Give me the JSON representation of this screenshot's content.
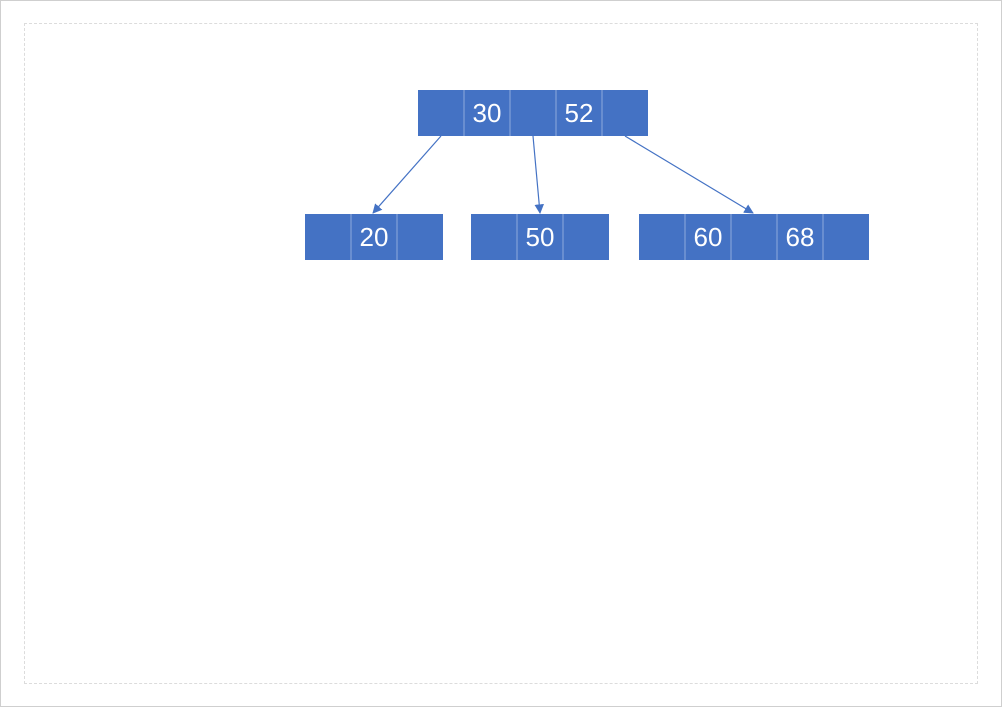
{
  "diagram": {
    "type": "b-tree",
    "colors": {
      "node_fill": "#4472c4",
      "cell_divider": "#8ea9db",
      "edge": "#4472c4",
      "key_text": "#ffffff"
    },
    "root": {
      "keys": [
        "30",
        "52"
      ]
    },
    "children": [
      {
        "keys": [
          "20"
        ]
      },
      {
        "keys": [
          "50"
        ]
      },
      {
        "keys": [
          "60",
          "68"
        ]
      }
    ]
  }
}
